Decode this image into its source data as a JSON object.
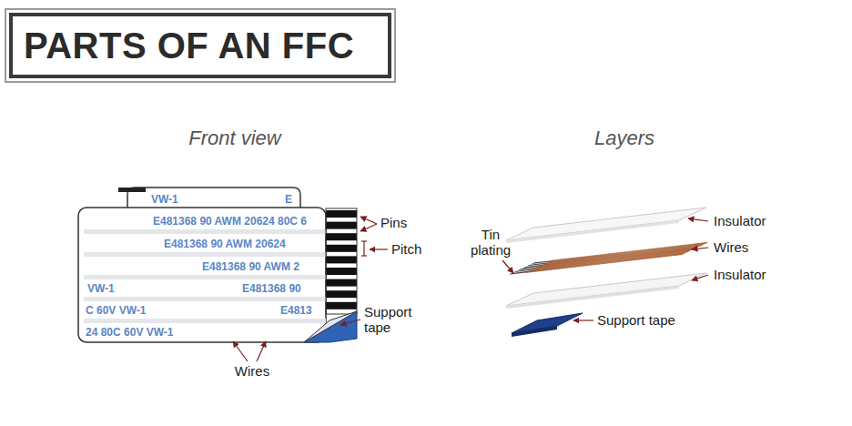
{
  "diagram": {
    "title": "PARTS OF AN FFC",
    "labels": [
      "Front view",
      "Layers",
      "VW-1",
      "E",
      "E481368 90 AWM 20624 80C 6",
      "E481368 90 AWM 20624",
      "E481368 90 AWM 2",
      "VW-1",
      "E481368 90",
      "C 60V VW-1",
      "E4813",
      "24 80C 60V VW-1",
      "Pins",
      "Pitch",
      "Support tape",
      "Wires",
      "Tin plating",
      "Insulator",
      "Wires",
      "Insulator",
      "Support tape"
    ]
  }
}
